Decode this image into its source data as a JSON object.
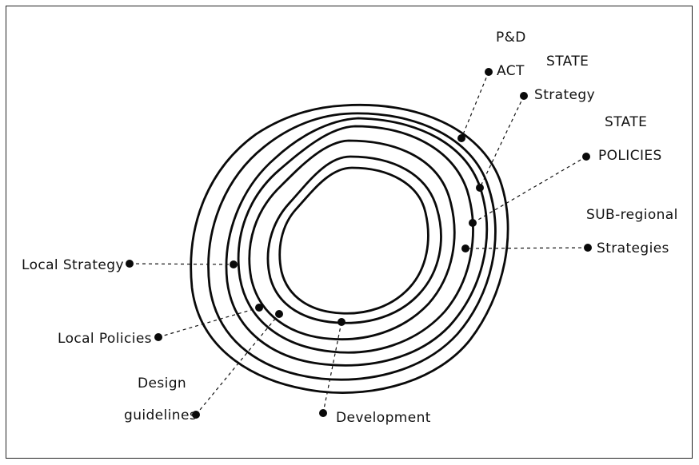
{
  "labels": {
    "pd_act_line1": "P&D",
    "pd_act_line2": "ACT",
    "state_strategy_line1": "STATE",
    "state_strategy_line2": "Strategy",
    "state_policies_line1": "STATE",
    "state_policies_line2": "POLICIES",
    "sub_regional_line1": "SUB-regional",
    "sub_regional_line2": "Strategies",
    "local_strategy": "Local Strategy",
    "local_policies": "Local Policies",
    "design_guidelines_line1": "Design",
    "design_guidelines_line2": "guidelines",
    "development": "Development"
  },
  "colors": {
    "ink": "#0a0a0a",
    "background": "#ffffff"
  }
}
